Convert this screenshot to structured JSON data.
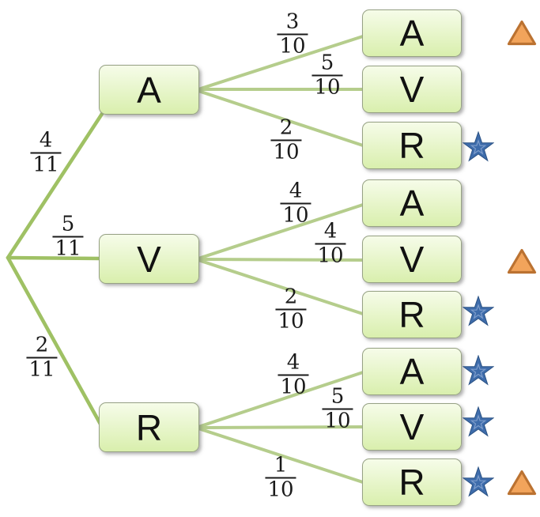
{
  "diagram": {
    "type": "probability-tree",
    "level1": [
      {
        "label": "A",
        "prob_num": "4",
        "prob_den": "11"
      },
      {
        "label": "V",
        "prob_num": "5",
        "prob_den": "11"
      },
      {
        "label": "R",
        "prob_num": "2",
        "prob_den": "11"
      }
    ],
    "level2": [
      {
        "parent": "A",
        "label": "A",
        "prob_num": "3",
        "prob_den": "10",
        "markers": [
          "triangle"
        ]
      },
      {
        "parent": "A",
        "label": "V",
        "prob_num": "5",
        "prob_den": "10",
        "markers": []
      },
      {
        "parent": "A",
        "label": "R",
        "prob_num": "2",
        "prob_den": "10",
        "markers": [
          "star"
        ]
      },
      {
        "parent": "V",
        "label": "A",
        "prob_num": "4",
        "prob_den": "10",
        "markers": []
      },
      {
        "parent": "V",
        "label": "V",
        "prob_num": "4",
        "prob_den": "10",
        "markers": [
          "triangle"
        ]
      },
      {
        "parent": "V",
        "label": "R",
        "prob_num": "2",
        "prob_den": "10",
        "markers": [
          "star"
        ]
      },
      {
        "parent": "R",
        "label": "A",
        "prob_num": "4",
        "prob_den": "10",
        "markers": [
          "star"
        ]
      },
      {
        "parent": "R",
        "label": "V",
        "prob_num": "5",
        "prob_den": "10",
        "markers": [
          "star"
        ]
      },
      {
        "parent": "R",
        "label": "R",
        "prob_num": "1",
        "prob_den": "10",
        "markers": [
          "star",
          "triangle"
        ]
      }
    ],
    "colors": {
      "line_l1": "#9fc164",
      "line_l2": "#b5cd8c",
      "box_top": "#f6fce9",
      "box_bottom": "#d9efad",
      "box_border": "#97a285",
      "star_fill": "#3e6cab",
      "star_stroke": "#2d5486",
      "star_inner": "#7e9dcb",
      "tri_fill": "#f2a45b",
      "tri_stroke": "#bb7231",
      "text": "#1a1a1a"
    }
  }
}
